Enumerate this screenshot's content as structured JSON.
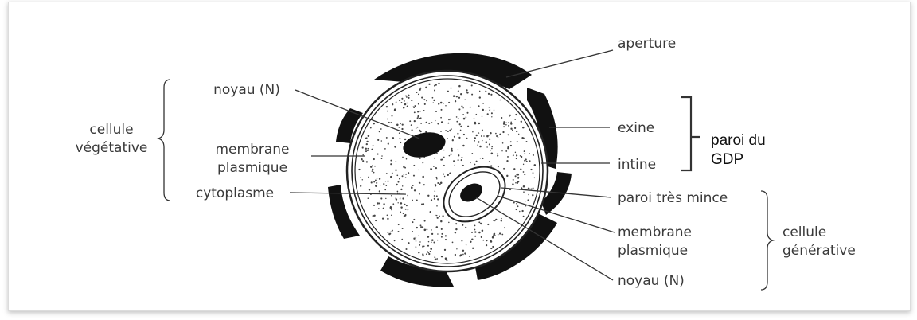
{
  "diagram": {
    "left_labels": {
      "noyau": "noyau (N)",
      "membrane_line1": "membrane",
      "membrane_line2": "plasmique",
      "cytoplasme": "cytoplasme"
    },
    "left_group": {
      "line1": "cellule",
      "line2": "végétative"
    },
    "right_labels": {
      "aperture": "aperture",
      "exine": "exine",
      "intine": "intine",
      "paroi_mince": "paroi très mince",
      "membrane_line1": "membrane",
      "membrane_line2": "plasmique",
      "noyau": "noyau (N)"
    },
    "wall_group": {
      "line1": "paroi du",
      "line2": "GDP"
    },
    "generative_group": {
      "line1": "cellule",
      "line2": "générative"
    }
  }
}
